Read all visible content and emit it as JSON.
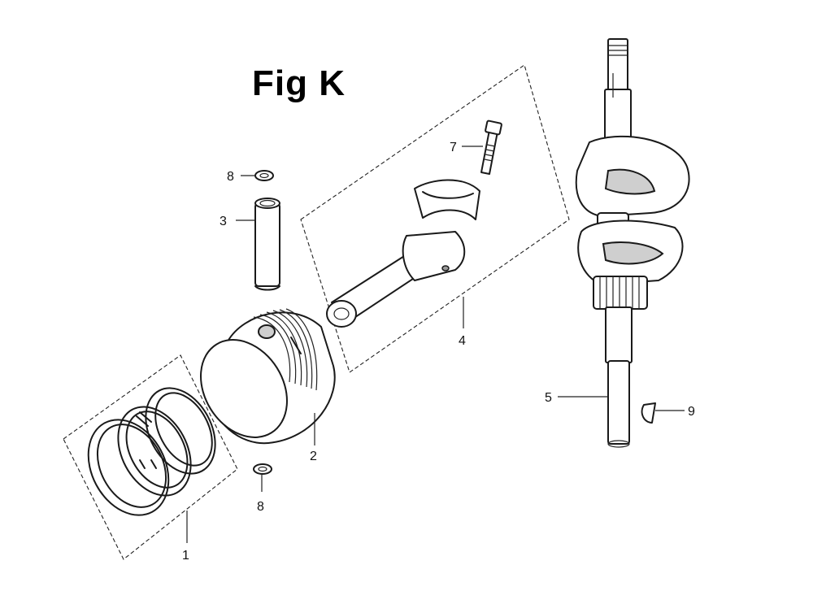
{
  "figure": {
    "title": "Fig K"
  },
  "callouts": {
    "piston_rings": "1",
    "piston": "2",
    "piston_pin": "3",
    "connecting_rod": "4",
    "crankshaft": "5",
    "rod_bolt": "7",
    "pin_clip_top": "8",
    "pin_clip_bottom": "8",
    "woodruff_key": "9"
  }
}
